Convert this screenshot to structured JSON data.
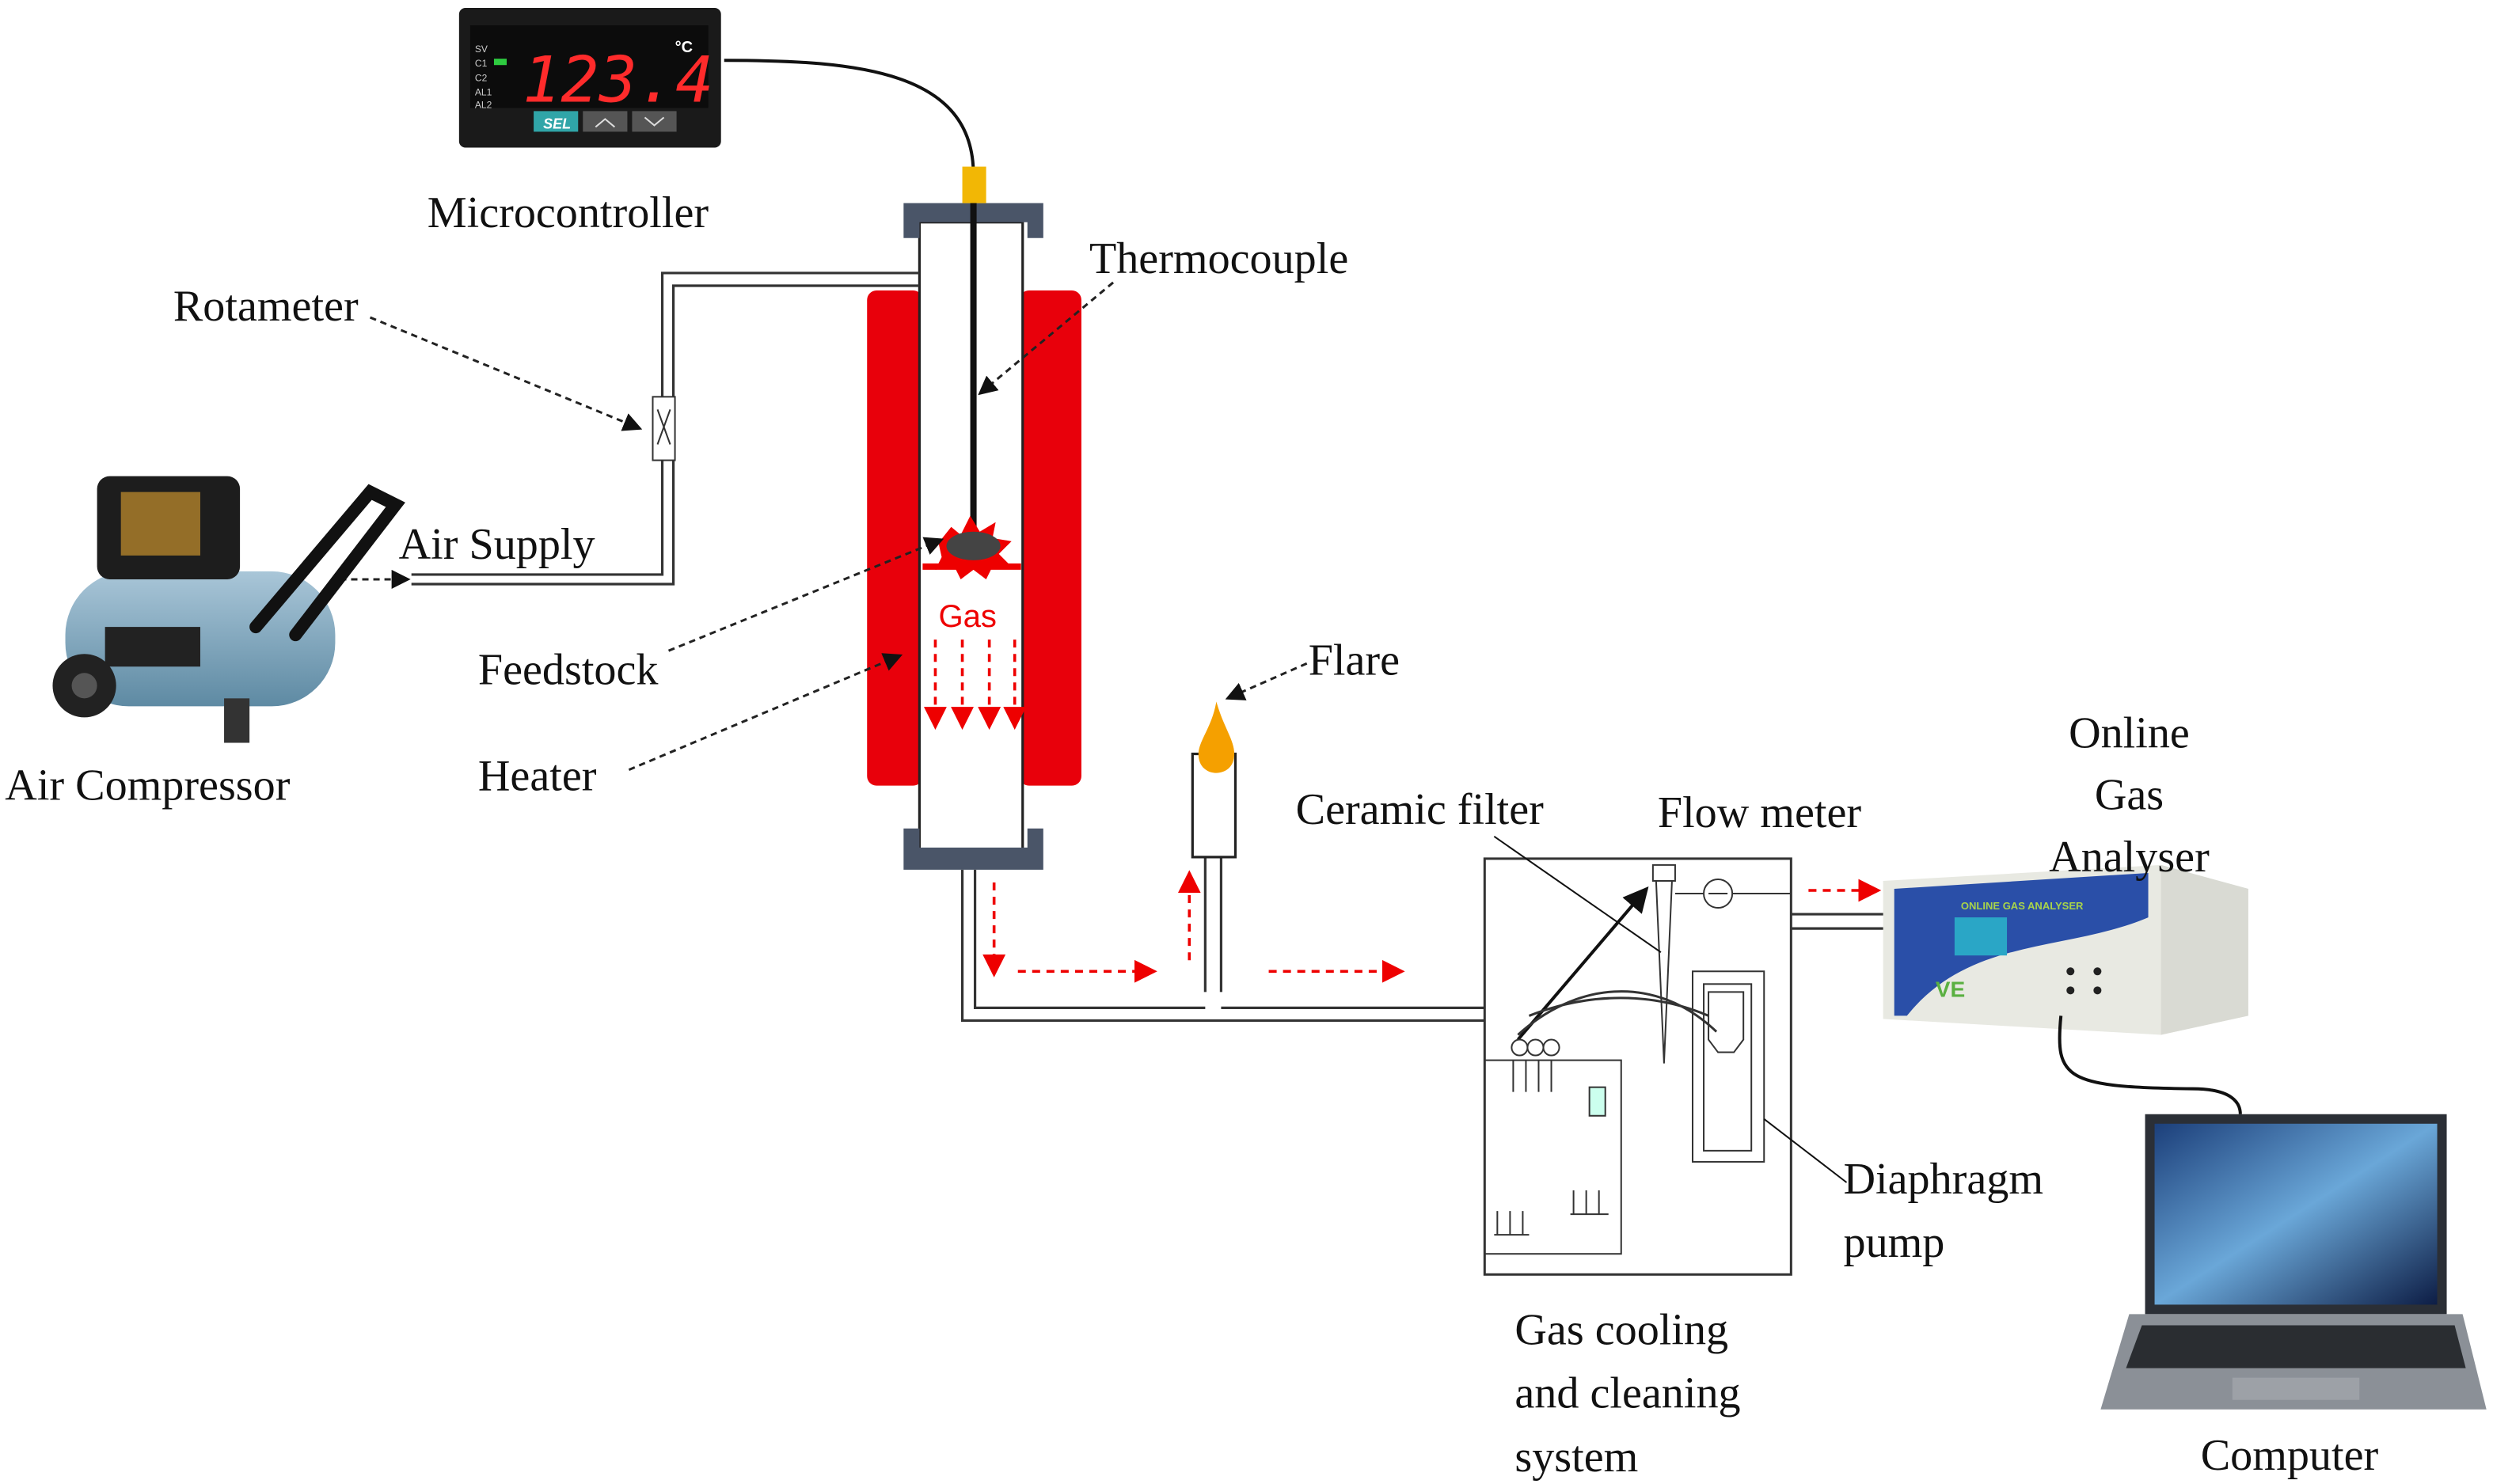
{
  "labels": {
    "microcontroller": "Microcontroller",
    "thermocouple": "Thermocouple",
    "rotameter": "Rotameter",
    "air_supply": "Air Supply",
    "feedstock": "Feedstock",
    "heater": "Heater",
    "air_compressor": "Air Compressor",
    "gas": "Gas",
    "flare": "Flare",
    "ceramic_filter": "Ceramic  filter",
    "flow_meter": "Flow meter",
    "analyser_line1": "Online",
    "analyser_line2": "Gas",
    "analyser_line3": "Analyser",
    "diaphragm_line1": "Diaphragm",
    "diaphragm_line2": "pump",
    "cooling_line1": "Gas cooling",
    "cooling_line2": "and cleaning",
    "cooling_line3": "system",
    "computer": "Computer"
  },
  "microcontroller_display": {
    "reading": "123.4",
    "unit": "°C",
    "indicators": [
      "SV",
      "C1",
      "C2",
      "AL1",
      "AL2"
    ],
    "buttons": [
      "SEL",
      "up-arrow-icon",
      "down-arrow-icon"
    ]
  },
  "analyser_panel_text": "ONLINE GAS ANALYSER",
  "analyser_logo": "VE",
  "colors": {
    "heater": "#e8000b",
    "flow_arrows": "#e00000",
    "flange": "#4a5568",
    "flame": "#f5a000",
    "analyser_blue": "#2a4fa8",
    "compressor_tank": "#7fa6bd"
  }
}
